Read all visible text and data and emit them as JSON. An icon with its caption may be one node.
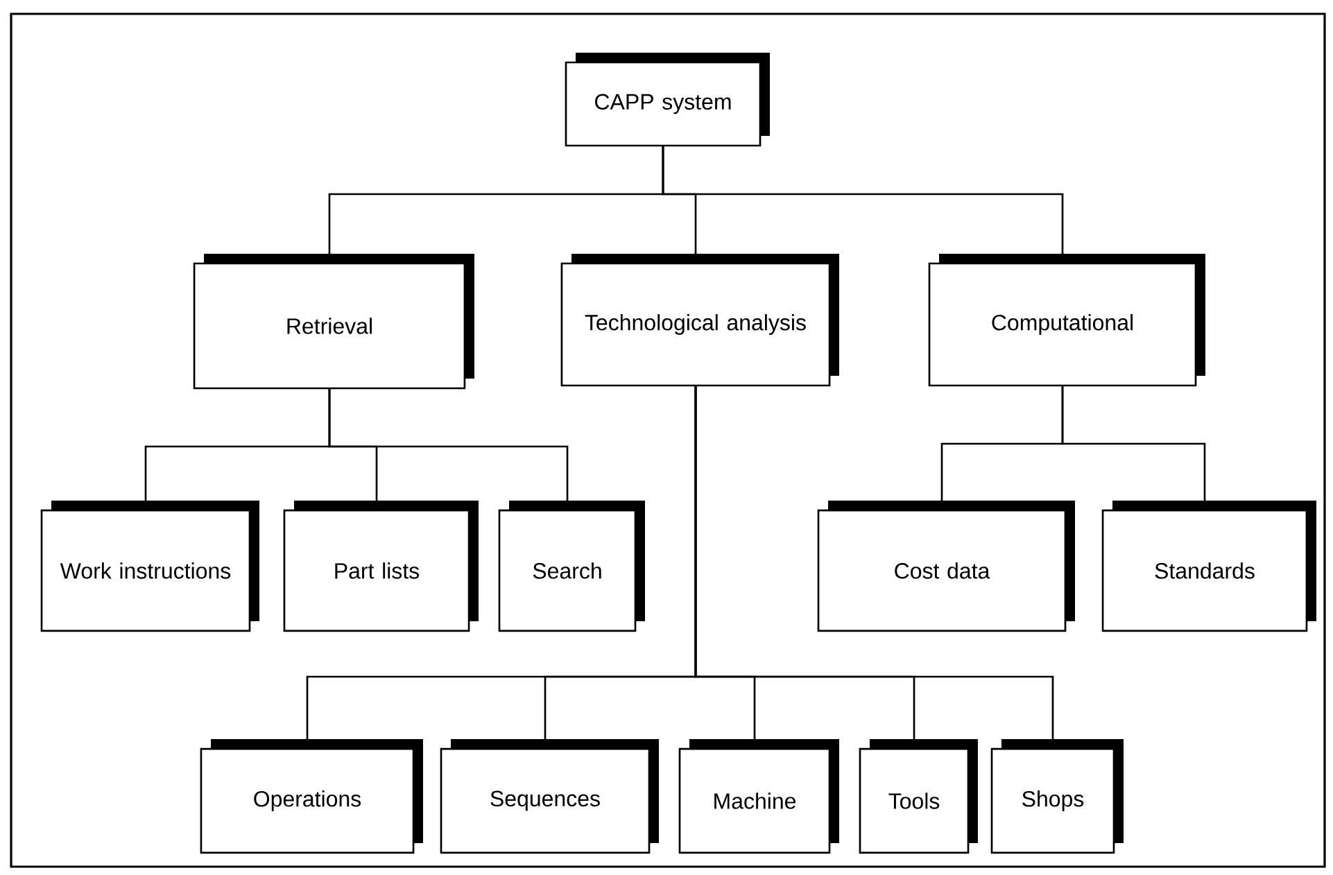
{
  "diagram": {
    "nodes": [
      {
        "text": [
          "CAPP system"
        ]
      },
      {
        "text": [
          "Retrieval"
        ]
      },
      {
        "text": [
          "Technological analysis"
        ]
      },
      {
        "text": [
          "Computational"
        ]
      },
      {
        "text": [
          "Work instructions"
        ]
      },
      {
        "text": [
          "Part lists"
        ]
      },
      {
        "text": [
          "Search"
        ]
      },
      {
        "text": [
          "Cost data"
        ]
      },
      {
        "text": [
          "Standards"
        ]
      },
      {
        "text": [
          "Operations"
        ]
      },
      {
        "text": [
          "Sequences"
        ]
      },
      {
        "text": [
          "Machine"
        ]
      },
      {
        "text": [
          "Tools"
        ]
      },
      {
        "text": [
          "Shops"
        ]
      }
    ],
    "edges": [
      {
        "from": 0,
        "to": 1,
        "arrow": "none"
      },
      {
        "from": 0,
        "to": 2,
        "arrow": "none"
      },
      {
        "from": 0,
        "to": 3,
        "arrow": "none"
      },
      {
        "from": 1,
        "to": 4,
        "arrow": "none"
      },
      {
        "from": 1,
        "to": 5,
        "arrow": "none"
      },
      {
        "from": 1,
        "to": 6,
        "arrow": "none"
      },
      {
        "from": 3,
        "to": 7,
        "arrow": "none"
      },
      {
        "from": 3,
        "to": 8,
        "arrow": "none"
      },
      {
        "from": 2,
        "to": 9,
        "arrow": "none"
      },
      {
        "from": 2,
        "to": 10,
        "arrow": "none"
      },
      {
        "from": 2,
        "to": 11,
        "arrow": "none"
      },
      {
        "from": 2,
        "to": 12,
        "arrow": "none"
      },
      {
        "from": 2,
        "to": 13,
        "arrow": "none"
      }
    ]
  }
}
